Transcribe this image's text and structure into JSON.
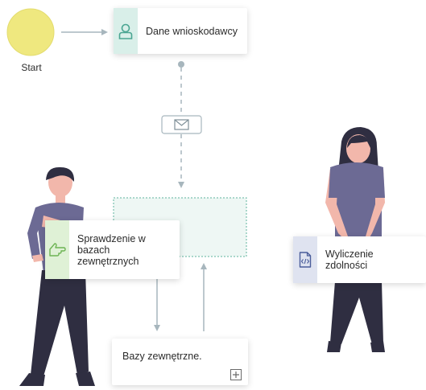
{
  "start": {
    "label": "Start",
    "color": "#efe87f"
  },
  "nodes": {
    "applicant_data": {
      "label": "Dane wnioskodawcy",
      "icon": "user-icon",
      "strip_color": "#d9efe9",
      "icon_color": "#4aa592"
    },
    "db_check": {
      "label": "Sprawdzenie w bazach zewnętrznych",
      "icon": "hand-pointing-icon",
      "strip_color": "#dff1d6",
      "icon_color": "#6db454"
    },
    "capacity_calc": {
      "label": "Wyliczenie zdolności",
      "icon": "code-file-icon",
      "strip_color": "#dfe3f0",
      "icon_color": "#4a5d9a"
    },
    "external_dbs": {
      "label": "Bazy zewnętrzne.",
      "icon": "expand-plus-icon"
    }
  },
  "message_icon": "envelope-icon",
  "colors": {
    "connector": "#a7b6bd",
    "container_border": "#5db39d",
    "container_fill": "#eef7f4",
    "person_skin": "#f2b7ab",
    "person_dark": "#2f2e41",
    "person_shirt": "#6c6a94"
  }
}
